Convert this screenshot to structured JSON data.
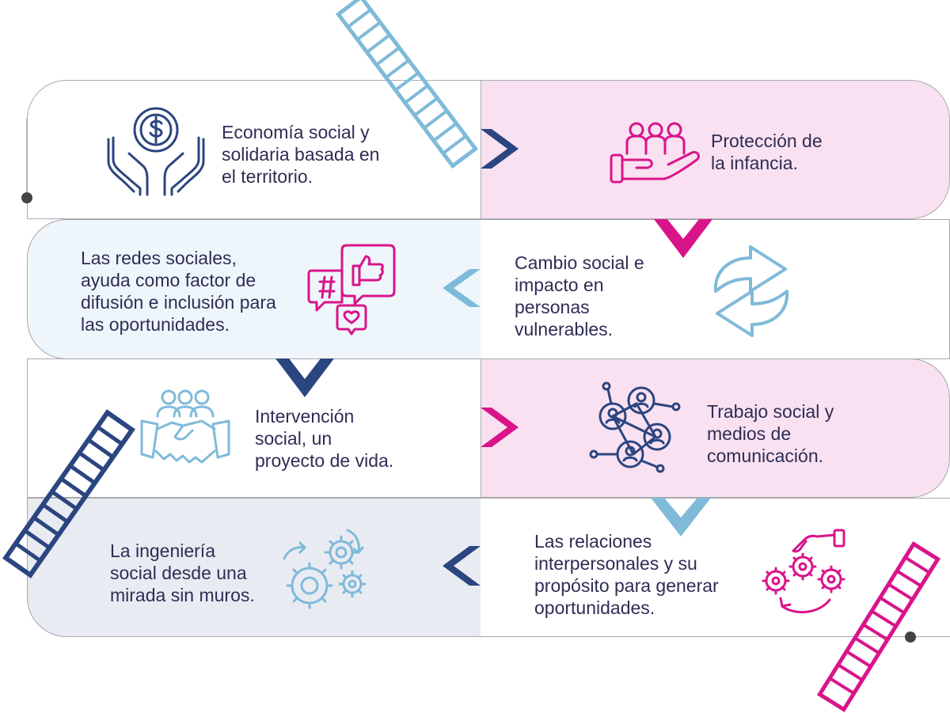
{
  "colors": {
    "navy": "#2b4580",
    "light_blue": "#7fbad9",
    "magenta": "#d9148a",
    "pink_fill": "#f9e1f1",
    "blue_fill": "#eef6fb",
    "gray_fill": "#e9ebf2",
    "text": "#2e2d55",
    "border": "#a9a9ad"
  },
  "steps": [
    {
      "lines": [
        "Economía social y",
        "solidaria basada en",
        "el territorio."
      ],
      "icon": "hands-dollar-icon"
    },
    {
      "lines": [
        "Protección de",
        "la infancia."
      ],
      "icon": "hand-children-icon"
    },
    {
      "lines": [
        "Cambio social e",
        "impacto en",
        "personas",
        "vulnerables."
      ],
      "icon": "arrows-cycle-icon"
    },
    {
      "lines": [
        "Las redes sociales,",
        "ayuda como factor de",
        "difusión e inclusión para",
        "las oportunidades."
      ],
      "icon": "social-media-icon"
    },
    {
      "lines": [
        "Intervención",
        "social, un",
        "proyecto de vida."
      ],
      "icon": "handshake-team-icon"
    },
    {
      "lines": [
        "Trabajo social y",
        "medios de",
        "comunicación."
      ],
      "icon": "network-people-icon"
    },
    {
      "lines": [
        "Las relaciones",
        "interpersonales y su",
        "propósito para generar",
        "oportunidades."
      ],
      "icon": "hand-gears-icon"
    },
    {
      "lines": [
        "La ingeniería",
        "social desde una",
        "mirada sin muros."
      ],
      "icon": "gears-icon"
    }
  ]
}
